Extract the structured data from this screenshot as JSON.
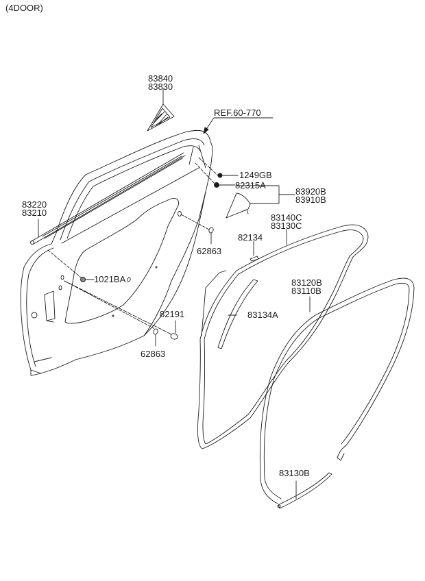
{
  "title": "(4DOOR)",
  "reference": "REF.60-770",
  "colors": {
    "line": "#1a1a1a",
    "background": "#ffffff"
  },
  "parts": {
    "delta_cover_upper": [
      "83840",
      "83830"
    ],
    "belt_moulding": [
      "83220",
      "83210"
    ],
    "screw": "1249GB",
    "clip": "82315A",
    "delta_garnish": [
      "83920B",
      "83910B"
    ],
    "nut": "1021BA",
    "plug_upper": "62863",
    "plug_lower": "62863",
    "hole_plug": "82191",
    "clip_small": "82134",
    "weatherstrip_upper": [
      "83140C",
      "83130C"
    ],
    "weatherstrip_trim": "83134A",
    "weatherstrip_body": [
      "83120B",
      "83110B"
    ],
    "weatherstrip_lower": "83130B"
  }
}
